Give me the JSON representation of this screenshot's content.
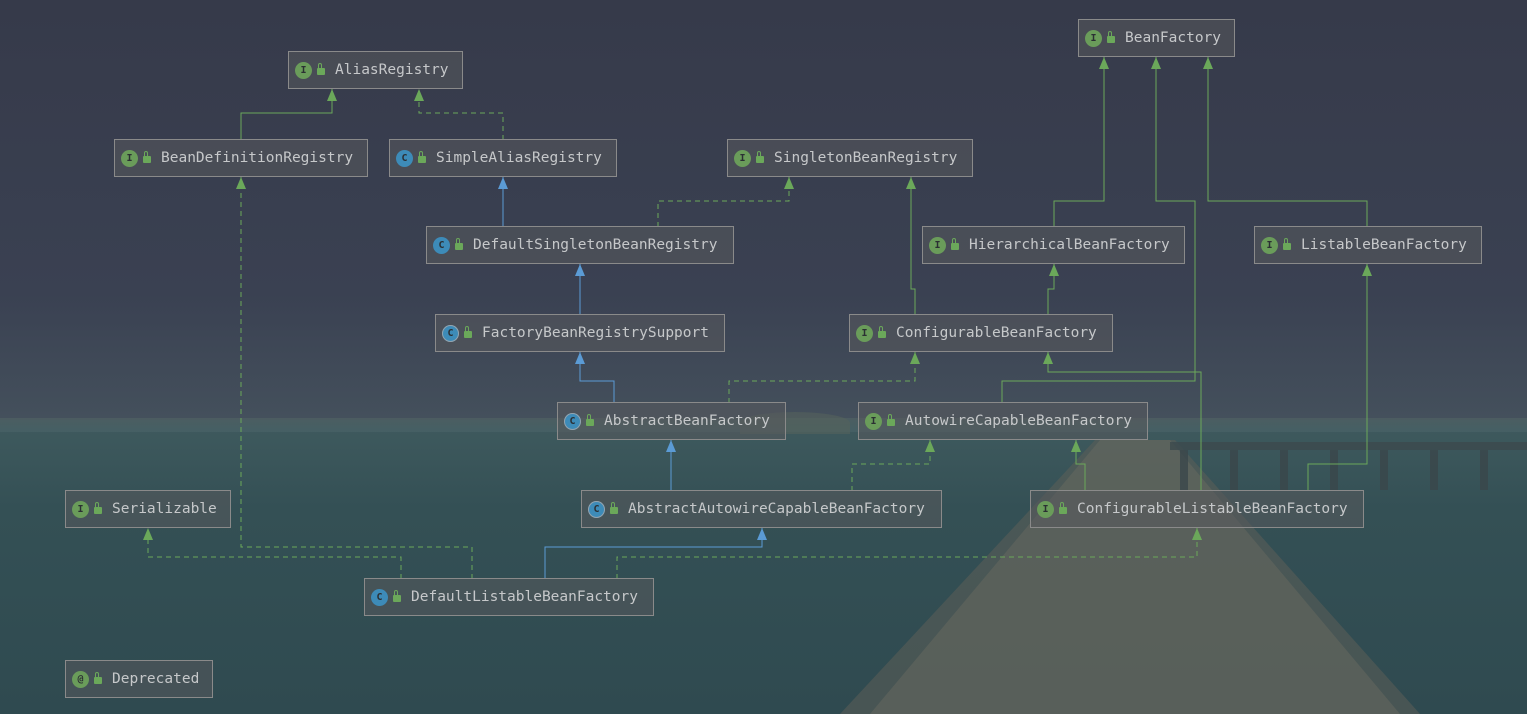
{
  "colors": {
    "extends_line": "#5b9bd5",
    "implements_line": "#6ba85a",
    "interface_icon": "#6a9c5a",
    "class_icon": "#3d8bb8",
    "node_text": "#c6c8ca"
  },
  "nodes": {
    "bean_factory": {
      "label": "BeanFactory",
      "icon": "I",
      "kind": "interface"
    },
    "alias_registry": {
      "label": "AliasRegistry",
      "icon": "I",
      "kind": "interface"
    },
    "bean_definition_registry": {
      "label": "BeanDefinitionRegistry",
      "icon": "I",
      "kind": "interface"
    },
    "simple_alias_registry": {
      "label": "SimpleAliasRegistry",
      "icon": "C",
      "kind": "class"
    },
    "singleton_bean_registry": {
      "label": "SingletonBeanRegistry",
      "icon": "I",
      "kind": "interface"
    },
    "default_singleton_bean_registry": {
      "label": "DefaultSingletonBeanRegistry",
      "icon": "C",
      "kind": "class"
    },
    "hierarchical_bean_factory": {
      "label": "HierarchicalBeanFactory",
      "icon": "I",
      "kind": "interface"
    },
    "listable_bean_factory": {
      "label": "ListableBeanFactory",
      "icon": "I",
      "kind": "interface"
    },
    "factory_bean_registry_support": {
      "label": "FactoryBeanRegistrySupport",
      "icon": "C",
      "kind": "abstract-class"
    },
    "configurable_bean_factory": {
      "label": "ConfigurableBeanFactory",
      "icon": "I",
      "kind": "interface"
    },
    "abstract_bean_factory": {
      "label": "AbstractBeanFactory",
      "icon": "C",
      "kind": "abstract-class"
    },
    "autowire_capable_bean_factory": {
      "label": "AutowireCapableBeanFactory",
      "icon": "I",
      "kind": "interface"
    },
    "serializable": {
      "label": "Serializable",
      "icon": "I",
      "kind": "interface"
    },
    "abstract_autowire_capable_bean_factory": {
      "label": "AbstractAutowireCapableBeanFactory",
      "icon": "C",
      "kind": "abstract-class"
    },
    "configurable_listable_bean_factory": {
      "label": "ConfigurableListableBeanFactory",
      "icon": "I",
      "kind": "interface"
    },
    "default_listable_bean_factory": {
      "label": "DefaultListableBeanFactory",
      "icon": "C",
      "kind": "class"
    },
    "deprecated": {
      "label": "Deprecated",
      "icon": "@",
      "kind": "annotation"
    }
  },
  "edges": [
    {
      "from": "bean_definition_registry",
      "to": "alias_registry",
      "type": "extends-interface"
    },
    {
      "from": "simple_alias_registry",
      "to": "alias_registry",
      "type": "implements"
    },
    {
      "from": "default_singleton_bean_registry",
      "to": "simple_alias_registry",
      "type": "extends"
    },
    {
      "from": "default_singleton_bean_registry",
      "to": "singleton_bean_registry",
      "type": "implements"
    },
    {
      "from": "factory_bean_registry_support",
      "to": "default_singleton_bean_registry",
      "type": "extends"
    },
    {
      "from": "abstract_bean_factory",
      "to": "factory_bean_registry_support",
      "type": "extends"
    },
    {
      "from": "abstract_bean_factory",
      "to": "configurable_bean_factory",
      "type": "implements"
    },
    {
      "from": "hierarchical_bean_factory",
      "to": "bean_factory",
      "type": "extends-interface"
    },
    {
      "from": "listable_bean_factory",
      "to": "bean_factory",
      "type": "extends-interface"
    },
    {
      "from": "autowire_capable_bean_factory",
      "to": "bean_factory",
      "type": "extends-interface"
    },
    {
      "from": "configurable_bean_factory",
      "to": "hierarchical_bean_factory",
      "type": "extends-interface"
    },
    {
      "from": "configurable_bean_factory",
      "to": "singleton_bean_registry",
      "type": "extends-interface"
    },
    {
      "from": "abstract_autowire_capable_bean_factory",
      "to": "abstract_bean_factory",
      "type": "extends"
    },
    {
      "from": "abstract_autowire_capable_bean_factory",
      "to": "autowire_capable_bean_factory",
      "type": "implements"
    },
    {
      "from": "configurable_listable_bean_factory",
      "to": "autowire_capable_bean_factory",
      "type": "extends-interface"
    },
    {
      "from": "configurable_listable_bean_factory",
      "to": "configurable_bean_factory",
      "type": "extends-interface"
    },
    {
      "from": "configurable_listable_bean_factory",
      "to": "listable_bean_factory",
      "type": "extends-interface"
    },
    {
      "from": "default_listable_bean_factory",
      "to": "abstract_autowire_capable_bean_factory",
      "type": "extends"
    },
    {
      "from": "default_listable_bean_factory",
      "to": "configurable_listable_bean_factory",
      "type": "implements"
    },
    {
      "from": "default_listable_bean_factory",
      "to": "bean_definition_registry",
      "type": "implements"
    },
    {
      "from": "default_listable_bean_factory",
      "to": "serializable",
      "type": "implements"
    }
  ]
}
